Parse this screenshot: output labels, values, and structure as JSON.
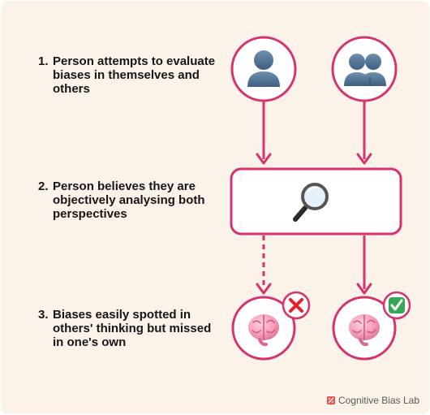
{
  "colors": {
    "background": "#fbf2e9",
    "accent": "#d6336c",
    "node_fill": "#ffffff",
    "text": "#16161a",
    "footer_text": "#5a5a5a"
  },
  "steps": [
    {
      "number": "1.",
      "lines": [
        "Person attempts to evaluate",
        "biases in themselves and",
        "others"
      ]
    },
    {
      "number": "2.",
      "lines": [
        "Person believes they are",
        "objectively analysing both",
        "perspectives"
      ]
    },
    {
      "number": "3.",
      "lines": [
        "Biases easily spotted in",
        "others' thinking but missed",
        "in one's own"
      ]
    }
  ],
  "nodes": {
    "self_icon": "person-silhouette-icon",
    "others_icon": "two-people-silhouette-icon",
    "analysis_icon": "magnifying-glass-icon",
    "self_result_icon": "brain-icon",
    "others_result_icon": "brain-icon",
    "self_result_badge": "red-cross-icon",
    "others_result_badge": "green-check-icon"
  },
  "connections": [
    {
      "from": "self",
      "to": "analysis",
      "style": "solid"
    },
    {
      "from": "others",
      "to": "analysis",
      "style": "solid"
    },
    {
      "from": "analysis",
      "to": "self_result",
      "style": "dashed"
    },
    {
      "from": "analysis",
      "to": "others_result",
      "style": "solid"
    }
  ],
  "footer": {
    "brand": "Cognitive Bias Lab",
    "logo_icon": "cognitive-bias-lab-logo-icon"
  }
}
